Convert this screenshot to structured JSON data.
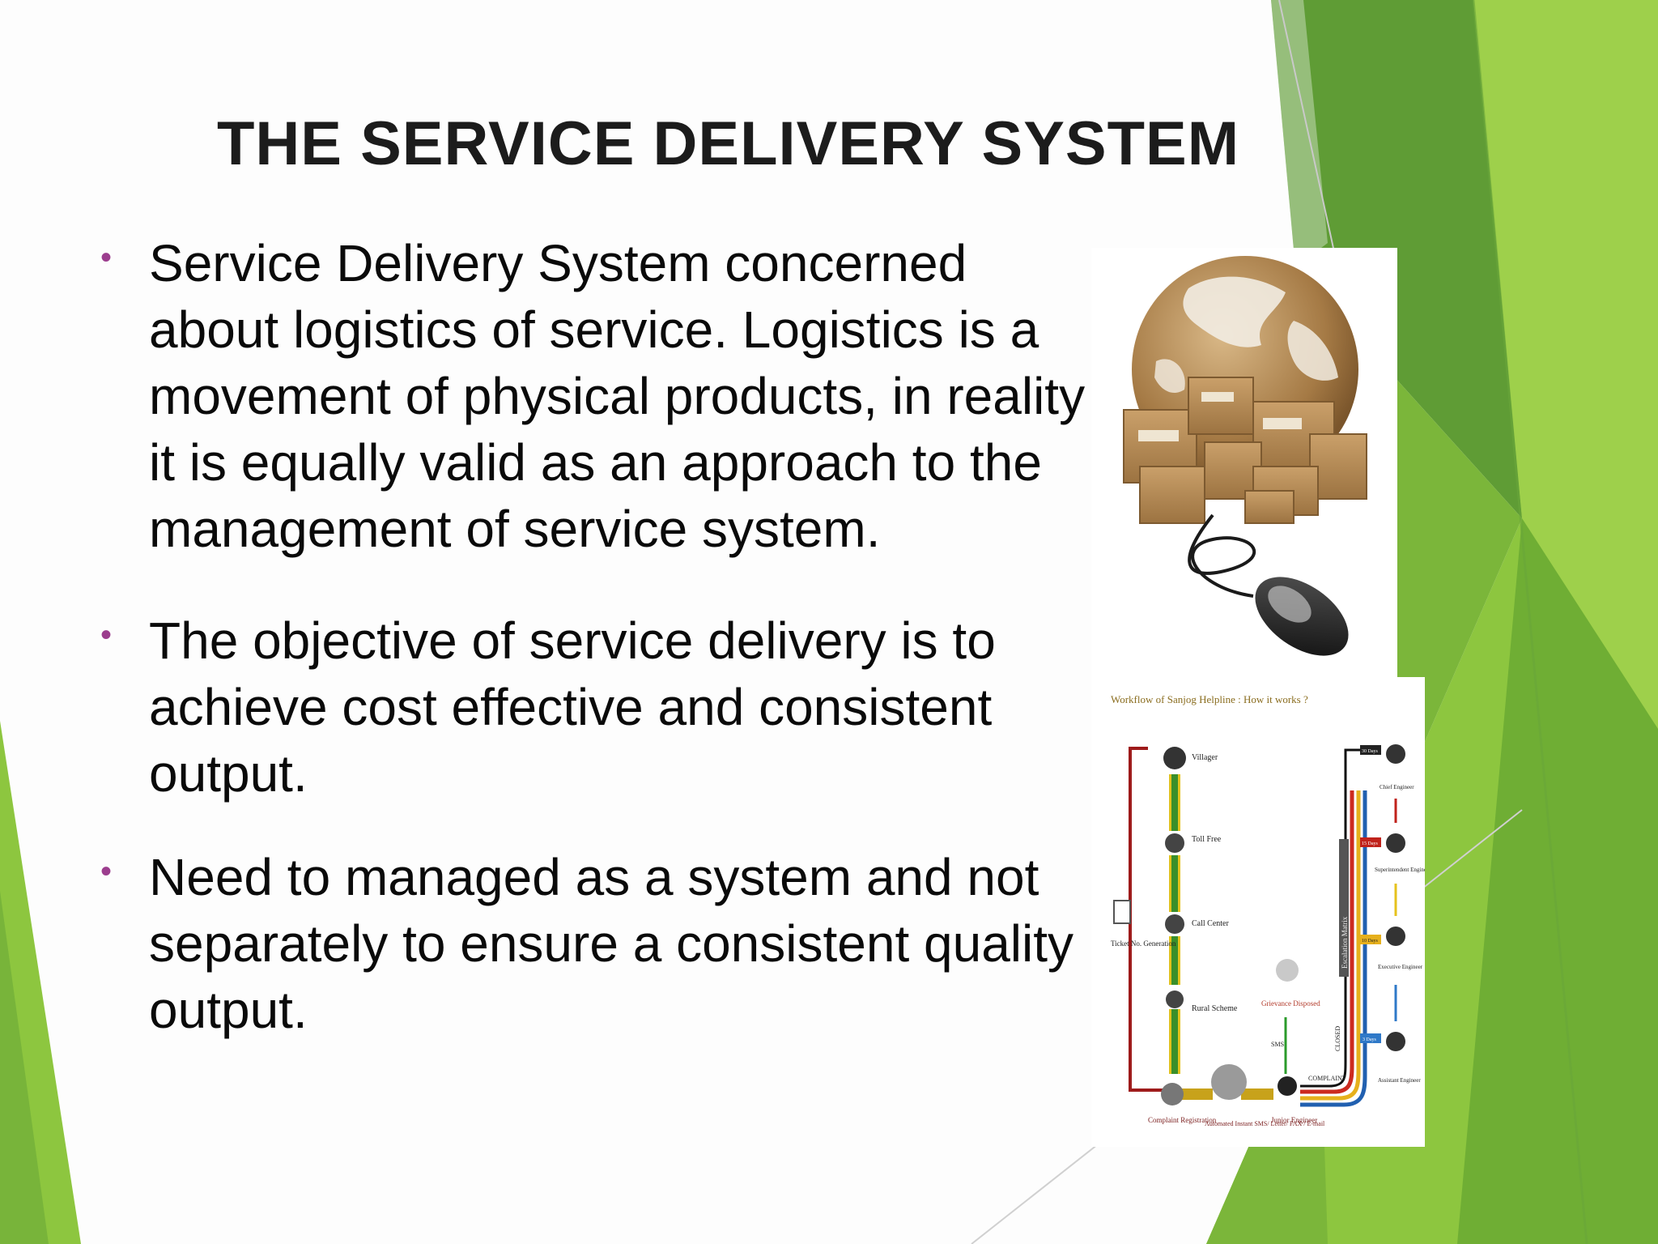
{
  "slide": {
    "title": "THE SERVICE DELIVERY SYSTEM",
    "bullets": [
      {
        "text": "Service  Delivery System concerned about logistics of service. Logistics is a movement of physical products, in reality it is equally valid as an approach to the management of service system."
      },
      {
        "text": "The objective of service delivery is to achieve cost effective and consistent output."
      },
      {
        "text": "Need to managed as a system and not separately to ensure a consistent quality output."
      }
    ],
    "bullet_glyph": "•",
    "colors": {
      "accent_green": "#8dc63f",
      "dark_green": "#5a9a2e",
      "bullet": "#9c3d8e",
      "title": "#1c1c1c"
    }
  },
  "images": {
    "globe": {
      "icon": "globe-boxes-mouse-icon"
    },
    "workflow": {
      "title": "Workflow of Sanjog Helpline : How it works ?",
      "left_nodes": [
        "Villager",
        "Toll Free",
        "Call Center",
        "Rural Scheme"
      ],
      "bottom_nodes": [
        "Complaint Registration",
        "Automated Instant SMS/ Letter/ FAX / E-mail",
        "Junior Engineer"
      ],
      "right_nodes": [
        "Chief Engineer",
        "Superintendent Engineer",
        "Executive Engineer",
        "Assistant Engineer"
      ],
      "ticket_label": "Ticket No. Generation",
      "grievance_label": "Grievance Disposed",
      "sms_label": "SMS",
      "complaint_label": "COMPLAINT",
      "closed_label": "CLOSED",
      "escalation_label": "Escalation Matrix",
      "day_tags": [
        "30 Days",
        "15 Days",
        "10 Days",
        "3 Days"
      ]
    }
  }
}
